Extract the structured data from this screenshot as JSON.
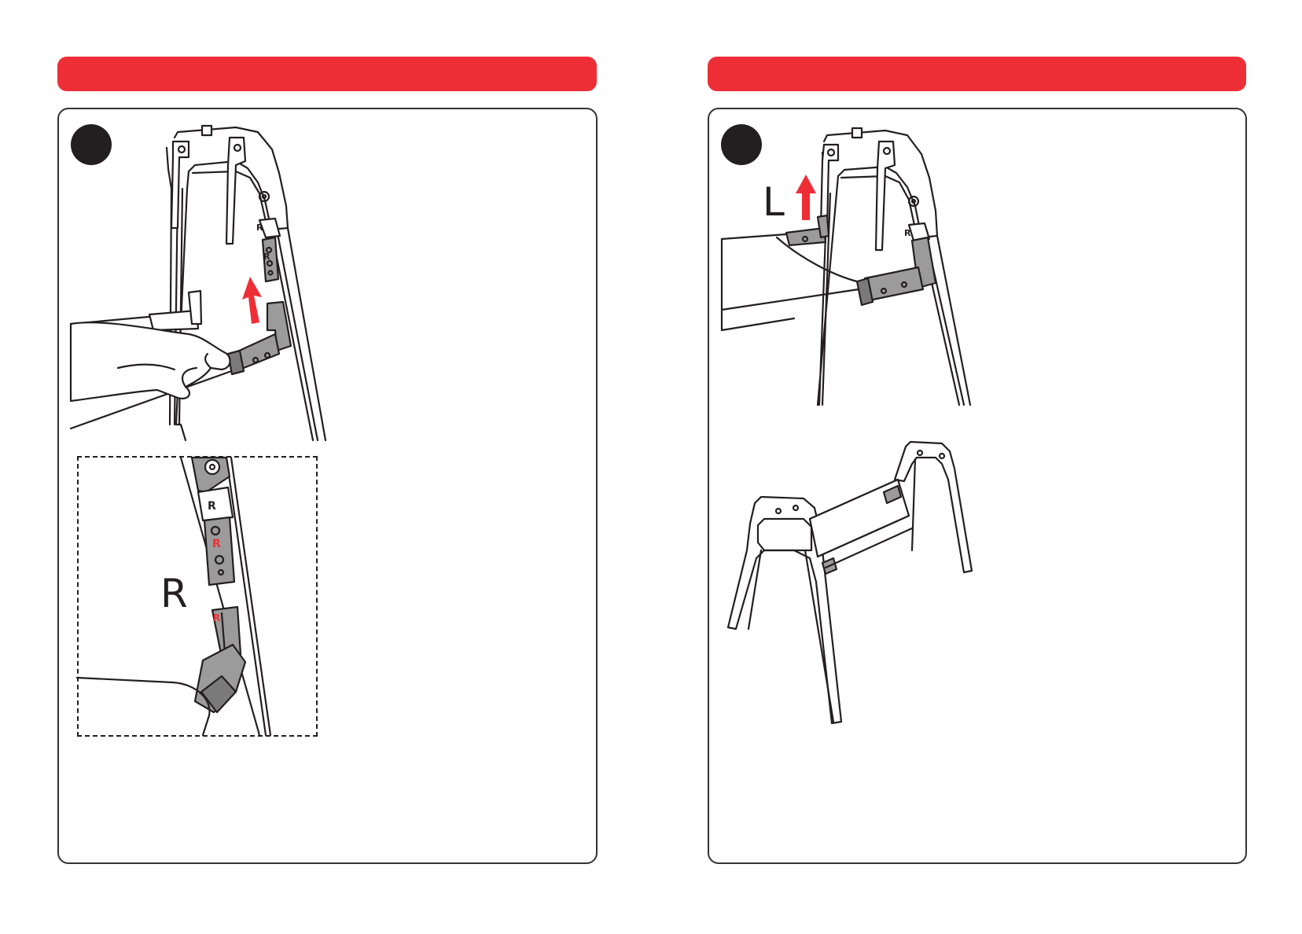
{
  "colors": {
    "accent": "#ee2e36",
    "ink": "#231f20",
    "part_fill": "#9b9b9b",
    "part_fill_dark": "#7a7a7a"
  },
  "left_page": {
    "header_bar_text": "",
    "step_number": "",
    "part_label_small": "R",
    "detail_label": "R",
    "detail_marks": [
      "R",
      "R",
      "R"
    ]
  },
  "right_page": {
    "header_bar_text": "",
    "step_number": "",
    "side_label": "L",
    "part_label_small": "R"
  },
  "icons": [
    "arrow-up-icon",
    "hand-icon"
  ]
}
